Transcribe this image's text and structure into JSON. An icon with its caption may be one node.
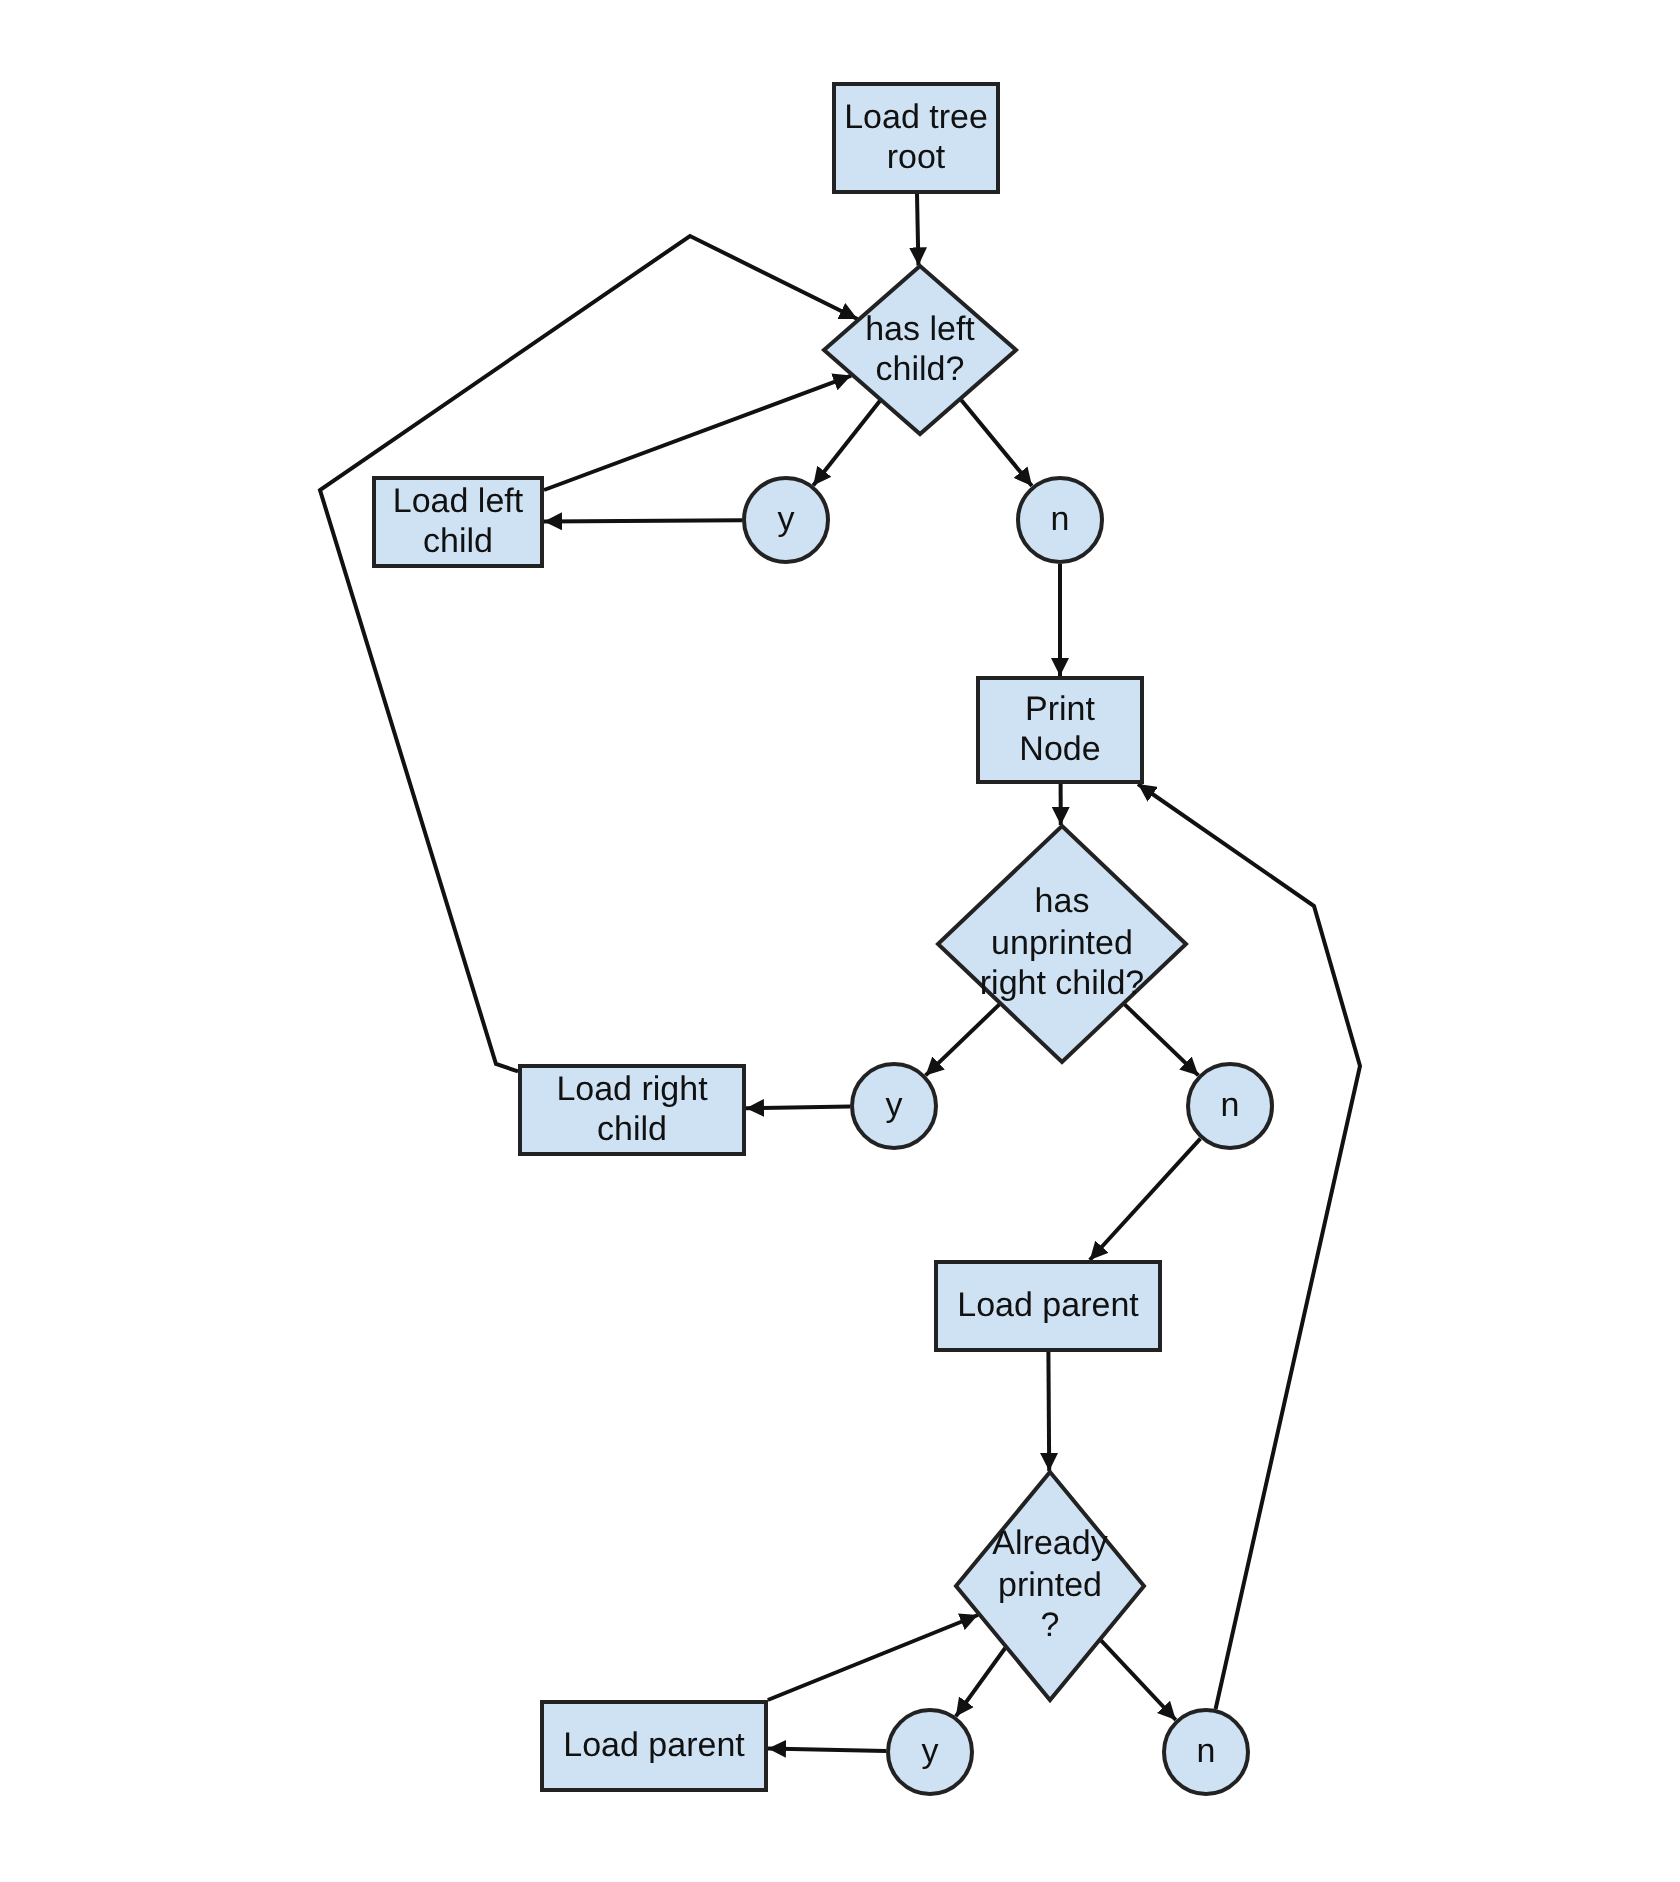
{
  "diagram": {
    "nodes": [
      {
        "text": [
          "Load tree root"
        ]
      },
      {
        "text": [
          "has left child?"
        ]
      },
      {
        "text": [
          "Load left child"
        ]
      },
      {
        "text": [
          "y"
        ]
      },
      {
        "text": [
          "n"
        ]
      },
      {
        "text": [
          "Print Node"
        ]
      },
      {
        "text": [
          "has unprinted right child?"
        ]
      },
      {
        "text": [
          "Load right child"
        ]
      },
      {
        "text": [
          "y"
        ]
      },
      {
        "text": [
          "n"
        ]
      },
      {
        "text": [
          "Load parent"
        ]
      },
      {
        "text": [
          "Already printed ?"
        ]
      },
      {
        "text": [
          "Load parent"
        ]
      },
      {
        "text": [
          "y"
        ]
      },
      {
        "text": [
          "n"
        ]
      }
    ],
    "edges": [
      {
        "from": 0,
        "to": 1,
        "arrow": "to"
      },
      {
        "from": 1,
        "to": 3,
        "arrow": "to"
      },
      {
        "from": 1,
        "to": 4,
        "arrow": "to"
      },
      {
        "from": 3,
        "to": 2,
        "arrow": "to"
      },
      {
        "from": 4,
        "to": 5,
        "arrow": "to"
      },
      {
        "from": 2,
        "to": 1,
        "arrow": "to"
      },
      {
        "from": 5,
        "to": 6,
        "arrow": "to"
      },
      {
        "from": 6,
        "to": 8,
        "arrow": "to"
      },
      {
        "from": 6,
        "to": 9,
        "arrow": "to"
      },
      {
        "from": 8,
        "to": 7,
        "arrow": "to"
      },
      {
        "from": 7,
        "to": 1,
        "arrow": "to"
      },
      {
        "from": 9,
        "to": 10,
        "arrow": "to"
      },
      {
        "from": 10,
        "to": 11,
        "arrow": "to"
      },
      {
        "from": 11,
        "to": 13,
        "arrow": "to"
      },
      {
        "from": 11,
        "to": 14,
        "arrow": "to"
      },
      {
        "from": 13,
        "to": 12,
        "arrow": "to"
      },
      {
        "from": 12,
        "to": 11,
        "arrow": "to"
      },
      {
        "from": 14,
        "to": 5,
        "arrow": "to"
      }
    ]
  }
}
